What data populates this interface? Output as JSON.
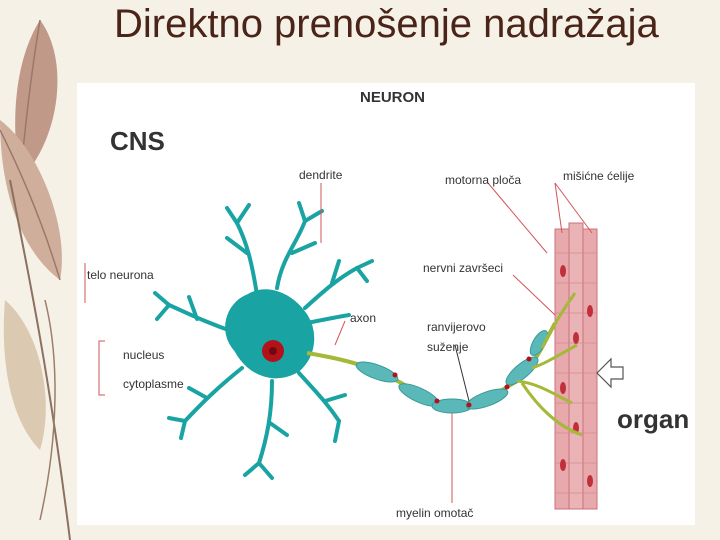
{
  "slide": {
    "title": "Direktno prenošenje nadražaja"
  },
  "diagram": {
    "heading": "NEURON",
    "cns_label": "CNS",
    "organ_label": "organ",
    "labels": {
      "dendrite": "dendrite",
      "telo_neurona": "telo neurona",
      "nucleus": "nucleus",
      "cytoplasme": "cytoplasme",
      "axon": "axon",
      "motorna_ploca": "motorna ploča",
      "misicne_celije": "mišićne ćelije",
      "nervni_zavrseci": "nervni završeci",
      "ranvijerovo_1": "ranvijerovo",
      "ranvijerovo_2": "suženje",
      "myelin": "myelin omotač"
    }
  },
  "colors": {
    "title": "#4a2418",
    "neuron": "#1aa3a3",
    "nucleus": "#b3121b",
    "axon": "#a6b83a",
    "myelin": "#5bb8b8",
    "muscle": "#e8a9ad",
    "muscle_stroke": "#c8737a",
    "leader_lines": "#d3555a"
  }
}
